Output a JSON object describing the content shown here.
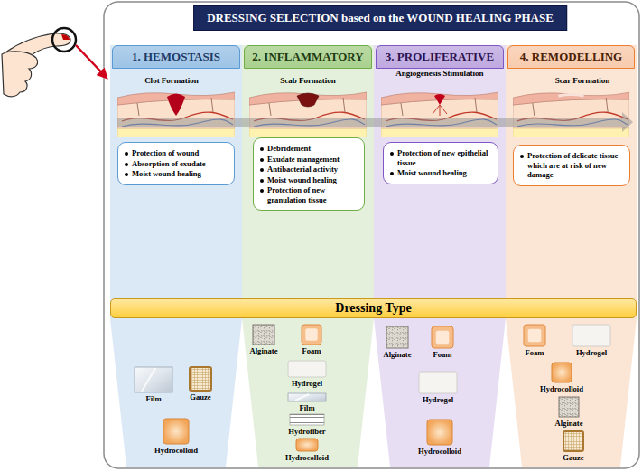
{
  "diagram": {
    "title": "DRESSING SELECTION based on the WOUND HEALING PHASE",
    "nodes": [
      {
        "text": [
          "1. HEMOSTASIS"
        ]
      },
      {
        "text": [
          "Protection of wound",
          "Absorption of exudate",
          "Moist wound healing"
        ],
        "in": 0
      },
      {
        "text": [
          "2. INFLAMMATORY"
        ]
      },
      {
        "text": [
          "Debridement",
          "Exudate management",
          "Antibacterial activity",
          "Moist wound healing",
          "Protection of new granulation tissue"
        ],
        "in": 2
      },
      {
        "text": [
          "3. PROLIFERATIVE"
        ]
      },
      {
        "text": [
          "Protection of new epithelial tissue",
          "Moist wound healing"
        ],
        "in": 4
      },
      {
        "text": [
          "4. REMODELLING"
        ]
      },
      {
        "text": [
          "Protection of delicate tissue which are at risk of new damage"
        ],
        "in": 6
      },
      {
        "text": [
          "Dressing Type"
        ]
      },
      {
        "text": [
          "Film"
        ],
        "in": 0
      },
      {
        "text": [
          "Gauze"
        ],
        "in": 0
      },
      {
        "text": [
          "Hydrocolloid"
        ],
        "in": 0
      },
      {
        "text": [
          "Alginate"
        ],
        "in": 2
      },
      {
        "text": [
          "Foam"
        ],
        "in": 2
      },
      {
        "text": [
          "Hydrogel"
        ],
        "in": 2
      },
      {
        "text": [
          "Film"
        ],
        "in": 2
      },
      {
        "text": [
          "Hydrofiber"
        ],
        "in": 2
      },
      {
        "text": [
          "Hydrocolloid"
        ],
        "in": 2
      },
      {
        "text": [
          "Alginate"
        ],
        "in": 4
      },
      {
        "text": [
          "Foam"
        ],
        "in": 4
      },
      {
        "text": [
          "Hydrogel"
        ],
        "in": 4
      },
      {
        "text": [
          "Hydrocolloid"
        ],
        "in": 4
      },
      {
        "text": [
          "Foam"
        ],
        "in": 6
      },
      {
        "text": [
          "Hydrogel"
        ],
        "in": 6
      },
      {
        "text": [
          "Hydrocolloid"
        ],
        "in": 6
      },
      {
        "text": [
          "Alginate"
        ],
        "in": 6
      },
      {
        "text": [
          "Gauze"
        ],
        "in": 6
      }
    ],
    "labels": [
      "Clot Formation",
      "Scab Formation",
      "Angiogenesis Stimulation",
      "Scar Formation"
    ]
  }
}
